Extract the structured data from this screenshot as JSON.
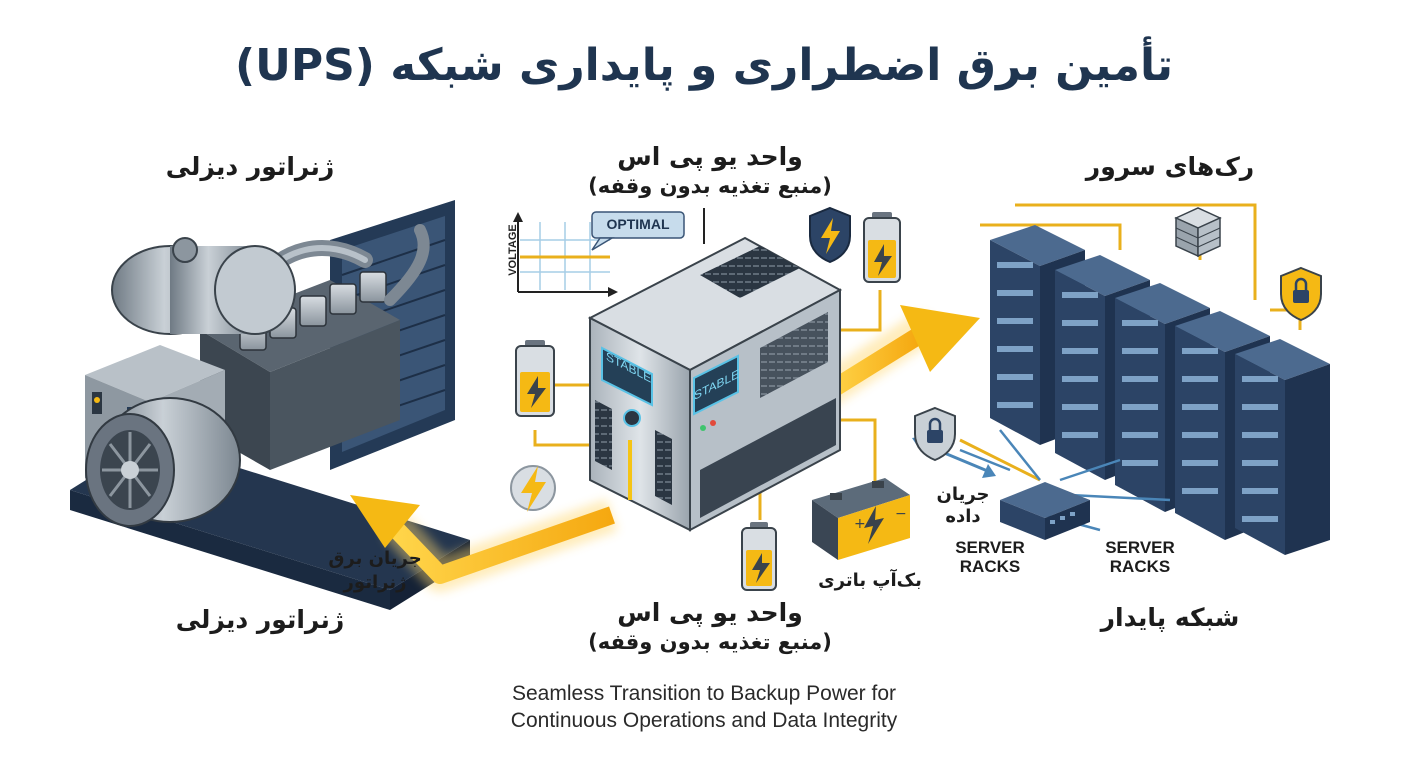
{
  "title": "تأمین برق اضطراری و پایداری شبکه (UPS)",
  "generator": {
    "label_top": "ژنراتور دیزلی",
    "label_bottom": "ژنراتور دیزلی",
    "flow_label_1": "جریان برق",
    "flow_label_2": "ژنراتور"
  },
  "ups": {
    "label_top": "واحد یو پی اس",
    "label_top_sub": "(منبع تغذیه بدون وقفه)",
    "label_bottom": "واحد یو پی اس",
    "label_bottom_sub": "(منبع تغذیه بدون وقفه)",
    "screen_left": "STABLE",
    "screen_right": "STABLE",
    "chart_axis_label": "VOLTAGE",
    "chart_badge": "OPTIMAL"
  },
  "battery_backup": {
    "label": "بک‌آپ باتری"
  },
  "servers": {
    "label_top": "رک‌های سرور",
    "label_bottom": "شبکه پایدار",
    "rack_label_1": "SERVER RACKS",
    "rack_label_2": "SERVER RACKS",
    "data_flow_1": "جریان",
    "data_flow_2": "داده"
  },
  "caption_line_1": "Seamless Transition to Backup Power for",
  "caption_line_2": "Continuous Operations and Data Integrity",
  "colors": {
    "title": "#1f3550",
    "power_flow": "#f5b914",
    "data_flow": "#4a86b8",
    "rack": "#2c4466",
    "metal": "#9aa4ad"
  },
  "icons": [
    "shield-bolt-icon",
    "battery-icon",
    "lightning-icon",
    "shield-lock-icon",
    "network-switch-icon",
    "server-stack-icon"
  ]
}
